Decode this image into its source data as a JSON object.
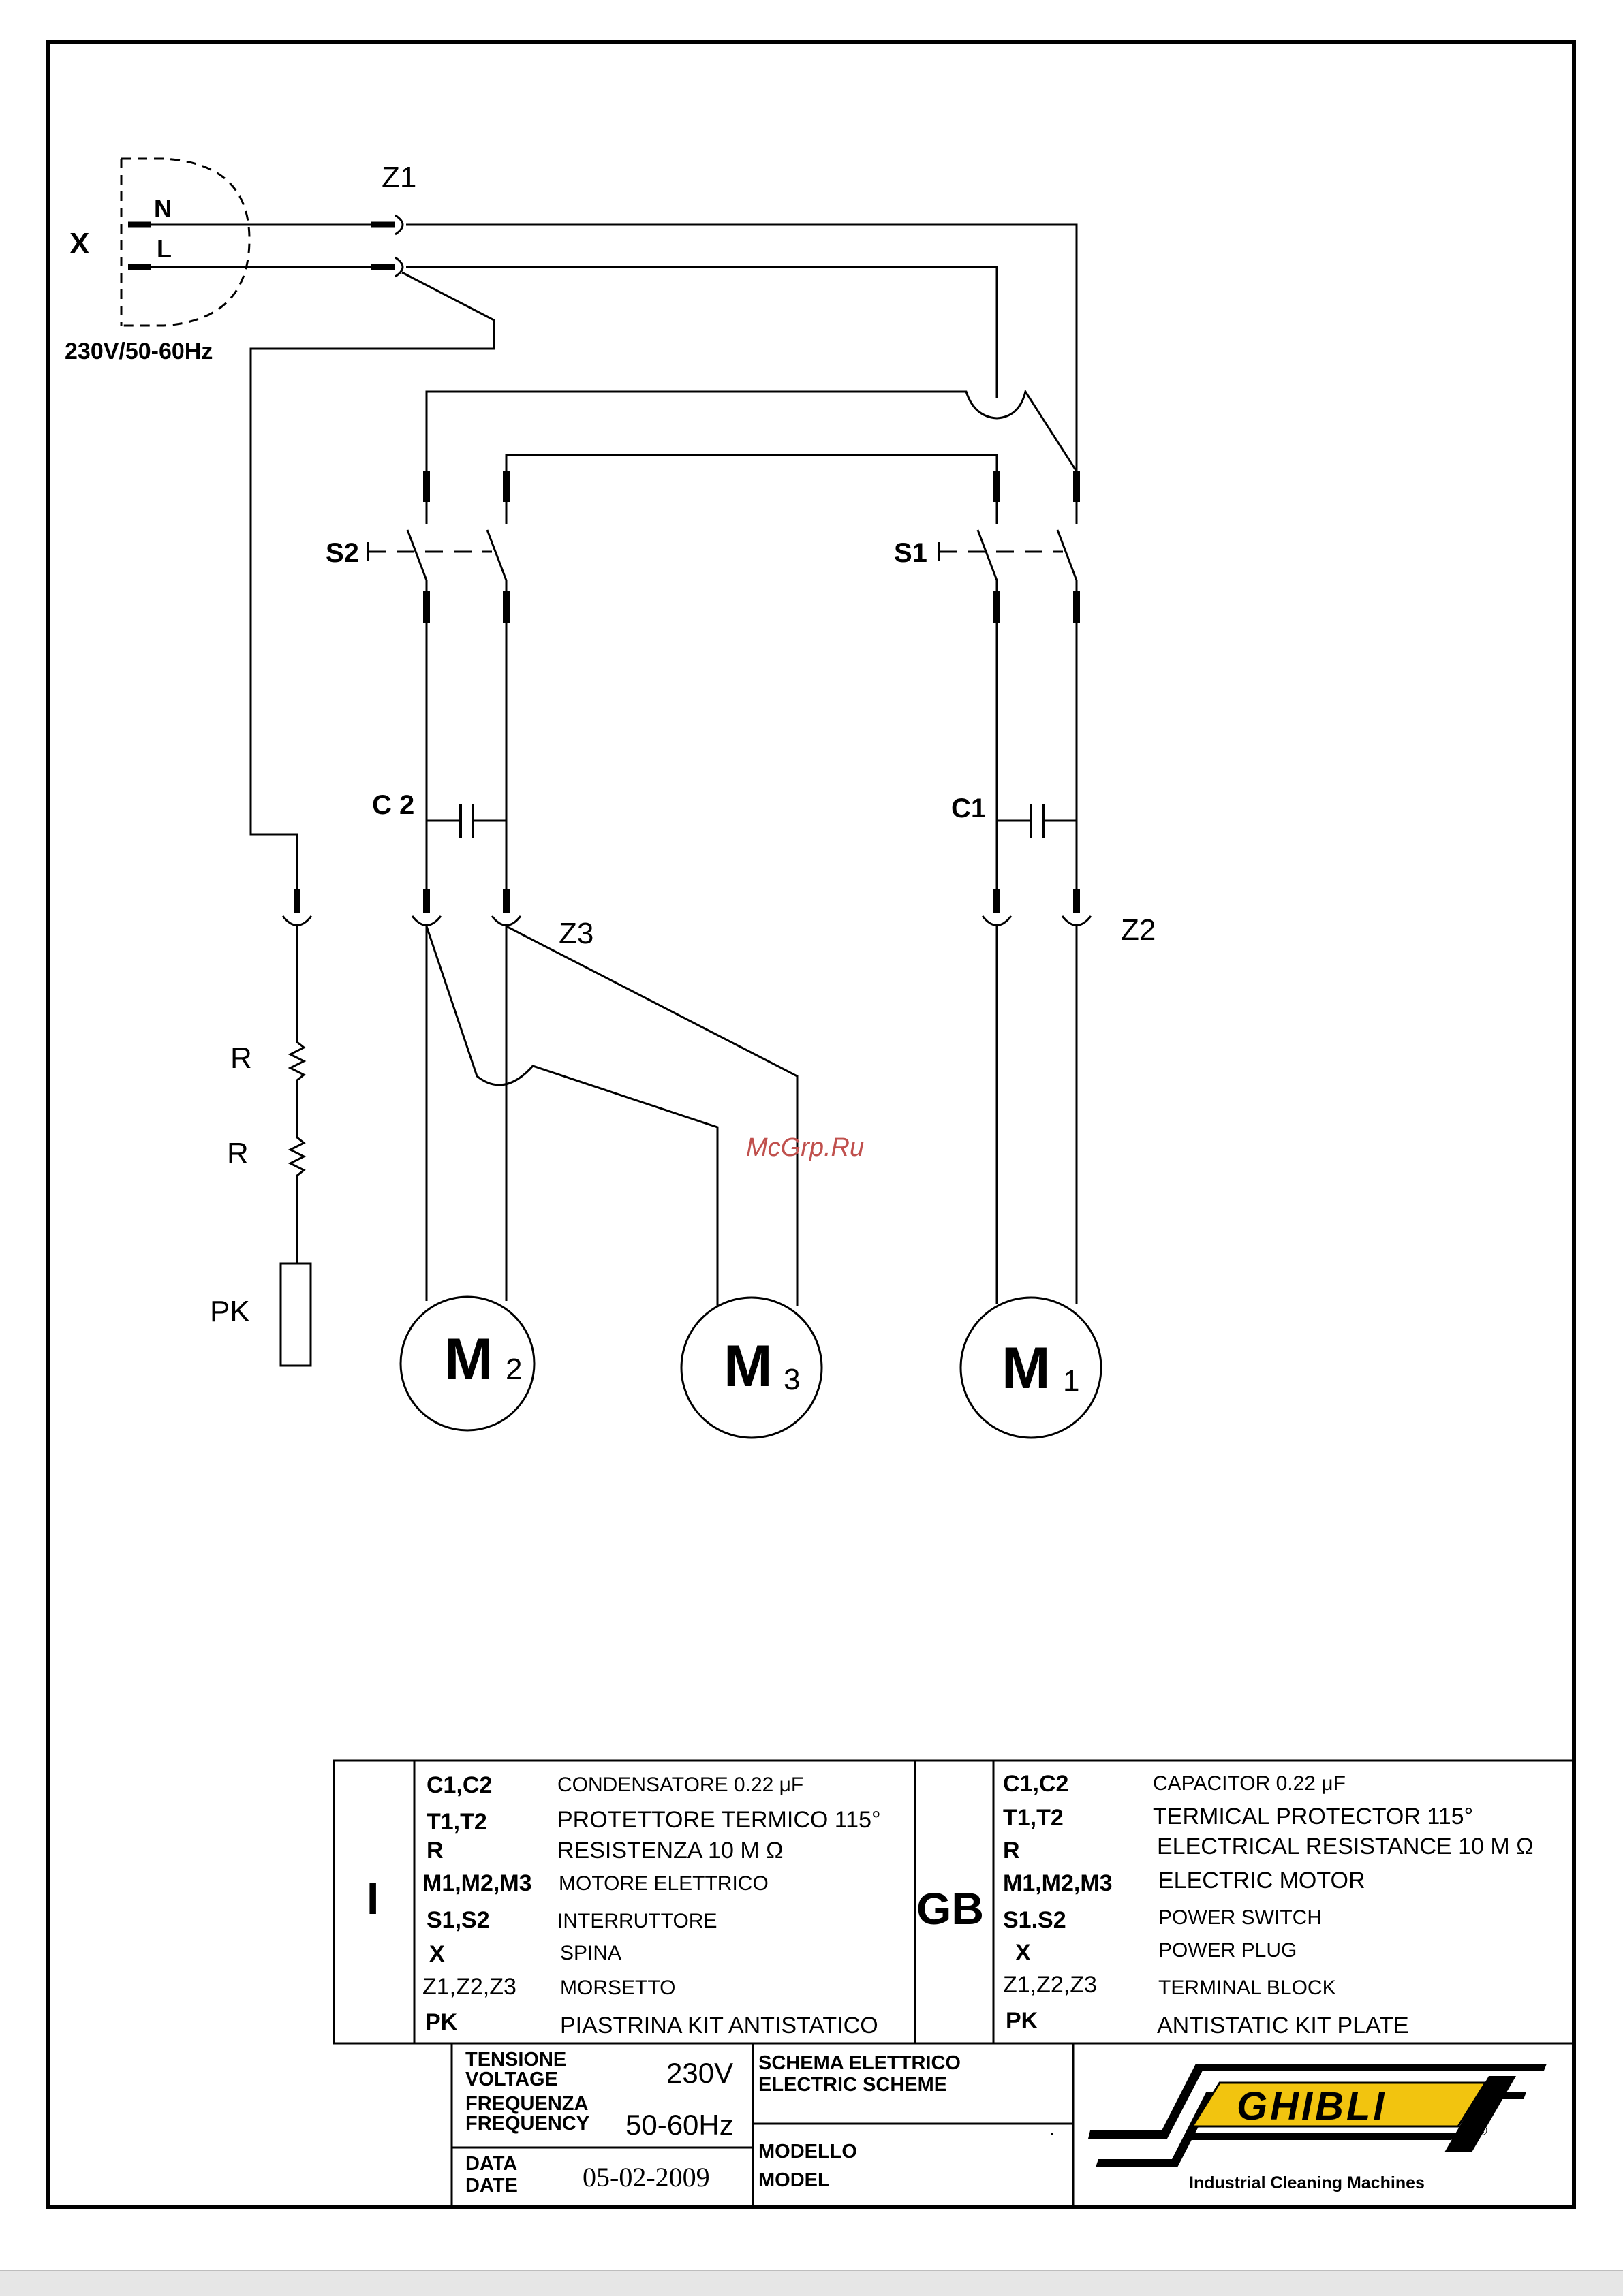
{
  "diagram": {
    "labels": {
      "plug": "X",
      "neutral": "N",
      "line": "L",
      "supply": "230V/50-60Hz",
      "z1": "Z1",
      "z2": "Z2",
      "z3": "Z3",
      "s1": "S1",
      "s2": "S2",
      "c1": "C1",
      "c2": "C 2",
      "r_upper": "R",
      "r_lower": "R",
      "pk": "PK"
    },
    "motors": {
      "m1": {
        "letter": "M",
        "index": "1"
      },
      "m2": {
        "letter": "M",
        "index": "2"
      },
      "m3": {
        "letter": "M",
        "index": "3"
      }
    },
    "watermark": "McGrp.Ru"
  },
  "legend": {
    "it": {
      "lang": "I",
      "rows": [
        {
          "code": "C1,C2",
          "desc": "CONDENSATORE   0.22  μF"
        },
        {
          "code": "T1,T2",
          "desc": "PROTETTORE TERMICO  115°"
        },
        {
          "code": "R",
          "desc": "RESISTENZA  10 M Ω"
        },
        {
          "code": "M1,M2,M3",
          "desc": "MOTORE ELETTRICO"
        },
        {
          "code": "S1,S2",
          "desc": "INTERRUTTORE"
        },
        {
          "code": "X",
          "desc": "SPINA"
        },
        {
          "code": "Z1,Z2,Z3",
          "desc": "MORSETTO"
        },
        {
          "code": "PK",
          "desc": "PIASTRINA KIT ANTISTATICO"
        }
      ]
    },
    "gb": {
      "lang": "GB",
      "rows": [
        {
          "code": "C1,C2",
          "desc": "CAPACITOR   0.22  μF"
        },
        {
          "code": "T1,T2",
          "desc": "TERMICAL PROTECTOR  115°"
        },
        {
          "code": "R",
          "desc": "ELECTRICAL RESISTANCE 10 M Ω"
        },
        {
          "code": "M1,M2,M3",
          "desc": "ELECTRIC MOTOR"
        },
        {
          "code": "S1.S2",
          "desc": "POWER SWITCH"
        },
        {
          "code": "X",
          "desc": "POWER PLUG"
        },
        {
          "code": "Z1,Z2,Z3",
          "desc": "TERMINAL BLOCK"
        },
        {
          "code": "PK",
          "desc": "ANTISTATIC KIT  PLATE"
        }
      ]
    }
  },
  "title_block": {
    "tensione": "TENSIONE",
    "voltage": "VOLTAGE",
    "voltage_value": "230V",
    "frequenza": "FREQUENZA",
    "frequency": "FREQUENCY",
    "frequency_value": "50-60Hz",
    "data": "DATA",
    "date": "DATE",
    "date_value": "05-02-2009",
    "scheme_it": "SCHEMA ELETTRICO",
    "scheme_en": "ELECTRIC SCHEME",
    "modello": "MODELLO",
    "model": "MODEL",
    "model_mark": ".",
    "brand": "GHIBLI",
    "registered": "®",
    "tagline": "Industrial Cleaning Machines",
    "brand_color": "#f2c40f"
  }
}
